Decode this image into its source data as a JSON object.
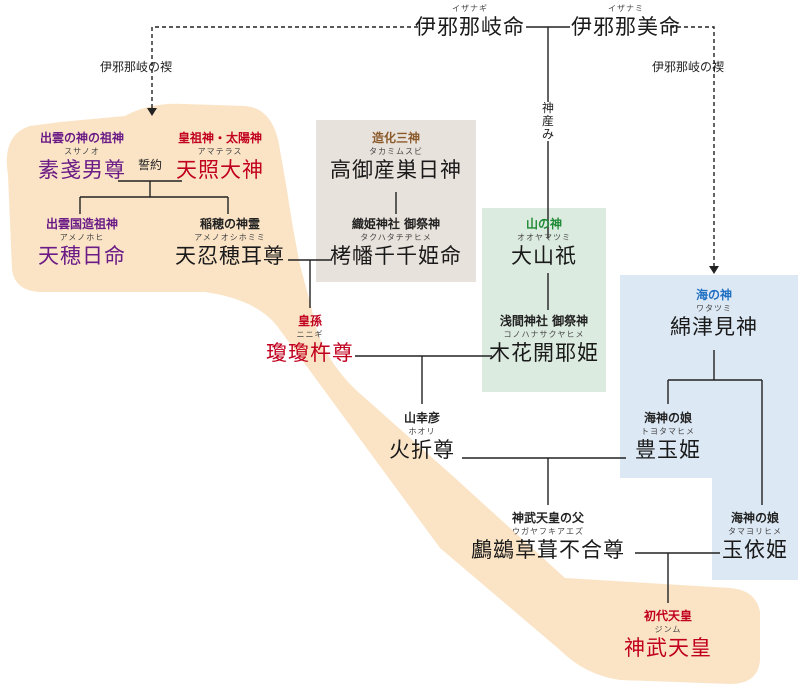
{
  "colors": {
    "region_highlight": "#fbe4c6",
    "box_creation": "#e8e2dc",
    "box_mountain": "#dcebe0",
    "box_sea": "#dce8f4",
    "purple": "#6a1b86",
    "red": "#c0001e",
    "brown": "#8b5a2b",
    "green": "#1e8a35",
    "blue": "#1f6fc2"
  },
  "labels": {
    "misogi_left": "伊邪那岐の禊",
    "misogi_right": "伊邪那岐の禊",
    "kuniumi": "神産み",
    "seiyaku": "誓約"
  },
  "nodes": {
    "izanagi": {
      "ruby": "イザナギ",
      "name": "伊邪那岐命"
    },
    "izanami": {
      "ruby": "イザナミ",
      "name": "伊邪那美命"
    },
    "susanoo": {
      "role": "出雲の神の祖神",
      "ruby": "スサノオ",
      "name": "素戔男尊"
    },
    "amaterasu": {
      "role": "皇祖神・太陽神",
      "ruby": "アマテラス",
      "name": "天照大神"
    },
    "amenohohi": {
      "role": "出雲国造祖神",
      "ruby": "アメノホヒ",
      "name": "天穂日命"
    },
    "oshihomimi": {
      "role": "稲穂の神霊",
      "ruby": "アメノオシホミミ",
      "name": "天忍穂耳尊"
    },
    "takamimusubi": {
      "role": "造化三神",
      "ruby": "タカミムスビ",
      "name": "高御産巣日神"
    },
    "takuhatachiji": {
      "role": "織姫神社 御祭神",
      "ruby": "タクハタチヂヒメ",
      "name": "栲幡千千姫命"
    },
    "ooyamatsumi": {
      "role": "山の神",
      "ruby": "オオヤマツミ",
      "name": "大山祇"
    },
    "konohana": {
      "role": "浅間神社 御祭神",
      "ruby": "コノハナサクヤヒメ",
      "name": "木花開耶姫"
    },
    "ninigi": {
      "role": "皇孫",
      "ruby": "ニニギ",
      "name": "瓊瓊杵尊"
    },
    "wadatsumi": {
      "role": "海の神",
      "ruby": "ワタツミ",
      "name": "綿津見神"
    },
    "toyotama": {
      "role": "海神の娘",
      "ruby": "トヨタマヒメ",
      "name": "豊玉姫"
    },
    "hoori": {
      "role": "山幸彦",
      "ruby": "ホオリ",
      "name": "火折尊"
    },
    "tamayori": {
      "role": "海神の娘",
      "ruby": "タマヨリヒメ",
      "name": "玉依姫"
    },
    "ugaya": {
      "role": "神武天皇の父",
      "ruby": "ウガヤフキアエズ",
      "name": "鸕鷀草葺不合尊"
    },
    "jimmu": {
      "role": "初代天皇",
      "ruby": "ジンム",
      "name": "神武天皇"
    }
  }
}
